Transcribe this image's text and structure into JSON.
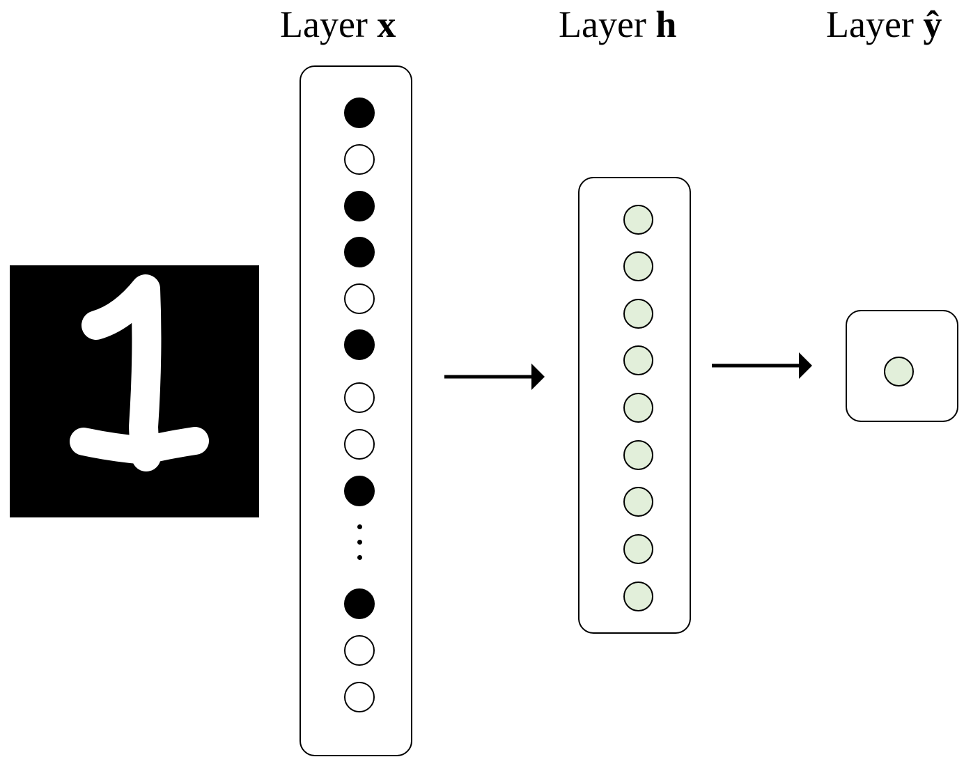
{
  "layers": {
    "x": {
      "word": "Layer",
      "symbol": "x"
    },
    "h": {
      "word": "Layer",
      "symbol": "h"
    },
    "y": {
      "word": "Layer",
      "symbol": "ŷ"
    }
  },
  "input_units": [
    "on",
    "off",
    "on",
    "on",
    "off",
    "on",
    "off",
    "off",
    "on",
    "ellipsis",
    "on",
    "off",
    "off"
  ],
  "hidden_unit_count": 9,
  "output_unit_count": 1,
  "colors": {
    "hidden_fill": "#e2efda",
    "digit_background": "#000000",
    "digit_stroke": "#ffffff"
  }
}
